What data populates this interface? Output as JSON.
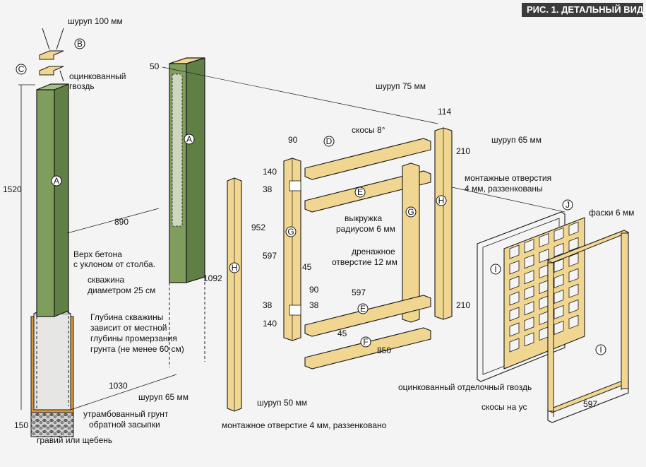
{
  "title": "РИС. 1. ДЕТАЛЬНЫЙ ВИД",
  "parts": {
    "a": "A",
    "b": "B",
    "c": "C",
    "d": "D",
    "e": "E",
    "f": "F",
    "g": "G",
    "h": "H",
    "i": "I",
    "j": "J"
  },
  "dims": {
    "d1520": "1520",
    "d890": "890",
    "d1030": "1030",
    "d150": "150",
    "d50": "50",
    "d114": "114",
    "d210a": "210",
    "d210b": "210",
    "d90a": "90",
    "d140a": "140",
    "d38a": "38",
    "d952": "952",
    "d597a": "597",
    "d45a": "45",
    "d90b": "90",
    "d38b": "38",
    "d140b": "140",
    "d38c": "38",
    "d45b": "45",
    "d597b": "597",
    "d850": "850",
    "d1092": "1092",
    "d597c": "597"
  },
  "labels": {
    "screw100": "шуруп 100 мм",
    "nail1": "оцинкованный",
    "nail2": "гвоздь",
    "concrete1": "Верх бетона",
    "concrete2": "с уклоном от столба.",
    "hole1": "скважина",
    "hole2": "диаметром 25 см",
    "depth1": "Глубина скважины",
    "depth2": "зависит от местной",
    "depth3": "глубины промерзания",
    "depth4": "грунта (не менее 60 см)",
    "backfill1": "утрамбованный грунт",
    "backfill2": "обратной засыпки",
    "gravel": "гравий или щебень",
    "screw75": "шуруп 75 мм",
    "bevel8": "скосы 8°",
    "screw65a": "шуруп 65 мм",
    "mount1": "монтажные отверстия",
    "mount2": "4 мм, раззенкованы",
    "cutout1": "выкружка",
    "cutout2": "радиусом 6 мм",
    "drain1": "дренажное",
    "drain2": "отверстие 12 мм",
    "chamfer": "фаски 6 мм",
    "finishnail": "оцинкованный отделочный гвоздь",
    "miter": "скосы на ус",
    "screw65b": "шуруп 65 мм",
    "screw50": "шуруп 50 мм",
    "mount3": "монтажное отверстие 4 мм, раззенковано"
  },
  "colors": {
    "post_green": "#7f9e5e",
    "post_green_dark": "#5f7f45",
    "wood": "#f0d690",
    "wood_dark": "#d9b25e",
    "concrete": "#e8e8e6",
    "soil": "#d9963f",
    "title_bg": "#3b3b3b",
    "outline": "#1a1a1a"
  }
}
